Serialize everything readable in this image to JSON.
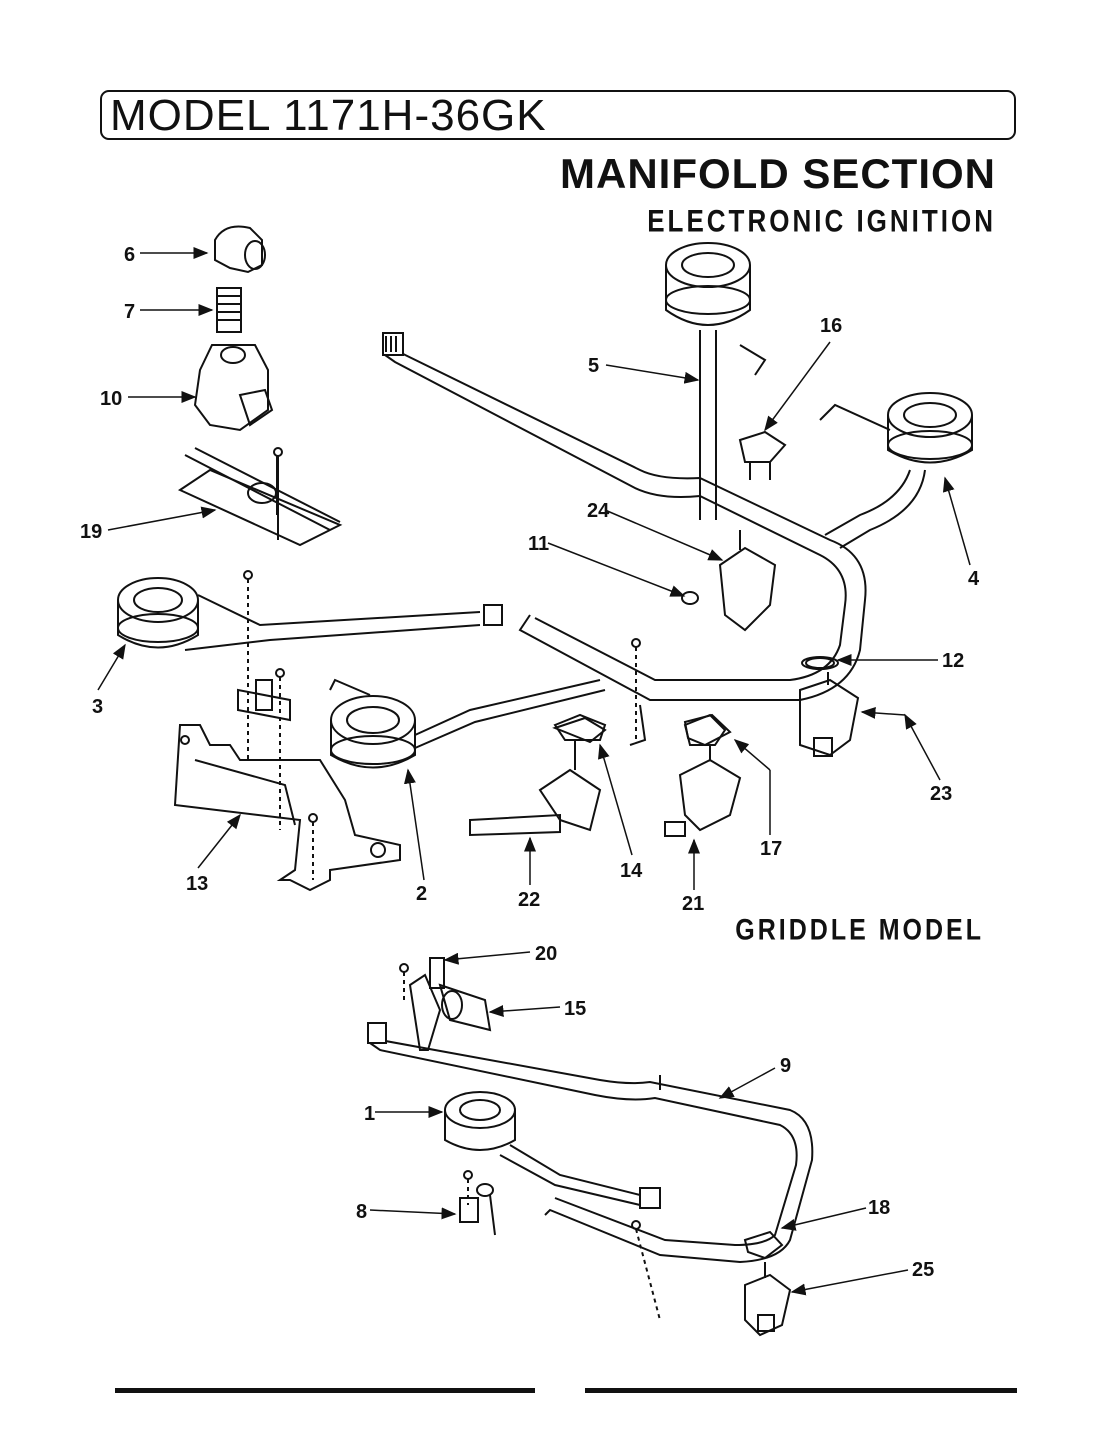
{
  "header": {
    "model": "MODEL 1171H-36GK",
    "section": "MANIFOLD SECTION",
    "subsection": "ELECTRONIC IGNITION",
    "griddle_label": "GRIDDLE MODEL"
  },
  "callouts": [
    "1",
    "2",
    "3",
    "4",
    "5",
    "6",
    "7",
    "8",
    "9",
    "10",
    "11",
    "12",
    "13",
    "14",
    "15",
    "16",
    "17",
    "18",
    "19",
    "20",
    "21",
    "22",
    "23",
    "24",
    "25"
  ]
}
